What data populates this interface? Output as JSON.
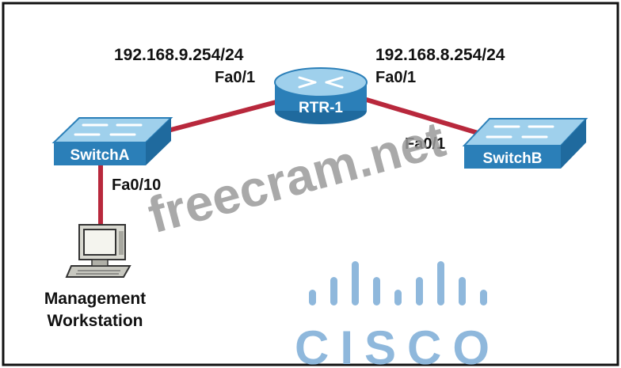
{
  "labels": {
    "left_ip": "192.168.9.254/24",
    "left_port": "Fa0/1",
    "right_ip": "192.168.8.254/24",
    "right_port": "Fa0/1",
    "switchb_port": "Fa0/1",
    "switcha_port": "Fa0/10",
    "workstation_line1": "Management",
    "workstation_line2": "Workstation"
  },
  "devices": {
    "router": {
      "name": "RTR-1",
      "icon": "router-icon"
    },
    "switch_a": {
      "name": "SwitchA",
      "icon": "switch-icon"
    },
    "switch_b": {
      "name": "SwitchB",
      "icon": "switch-icon"
    },
    "workstation": {
      "icon": "workstation-icon"
    }
  },
  "watermark": "freecram.net",
  "logo": {
    "text": "CISCO",
    "color": "#8fb8dc"
  },
  "colors": {
    "link": "#b8283c",
    "device_blue": "#2b7fb8",
    "device_light": "#9fd0ec",
    "watermark": "#9a9a9a"
  }
}
